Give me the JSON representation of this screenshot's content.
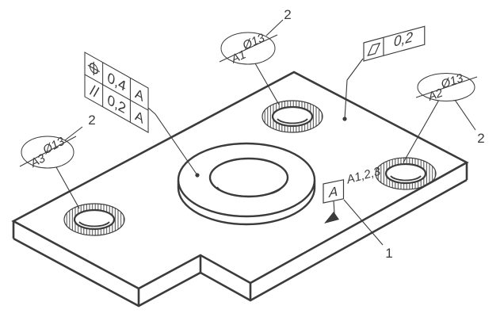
{
  "colors": {
    "ink": "#3b3b3b",
    "background": "#ffffff",
    "hatch": "#4a4a4a"
  },
  "tolerance_frame": {
    "rows": [
      {
        "symbol_icon": "position-icon",
        "value": "0,4",
        "datum": "A"
      },
      {
        "symbol_icon": "parallelism-icon",
        "value": "0,2",
        "datum": "A"
      }
    ]
  },
  "flatness_frame": {
    "symbol_icon": "flatness-icon",
    "value": "0,2"
  },
  "datum_target_balloons": [
    {
      "size": "Ø13",
      "label": "A1"
    },
    {
      "size": "Ø13",
      "label": "A2"
    },
    {
      "size": "Ø13",
      "label": "A3"
    }
  ],
  "datum_feature": {
    "letter": "A",
    "applies_to": "A1,2,3",
    "icon": "datum-triangle-icon"
  },
  "item_numbers": {
    "datum_item": "1",
    "target_item": "2"
  }
}
